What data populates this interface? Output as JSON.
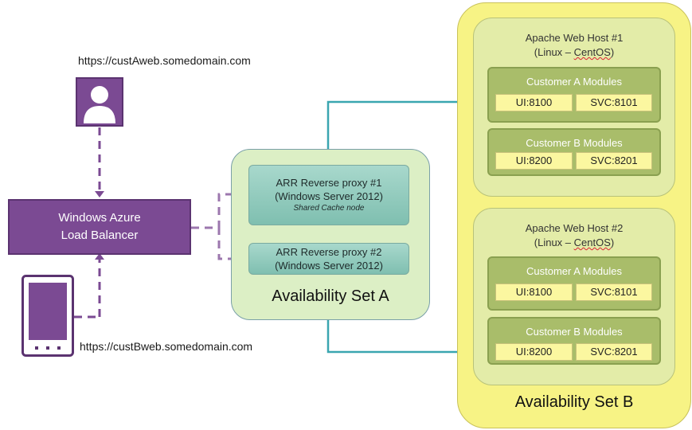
{
  "urls": {
    "a": "https://custAweb.somedomain.com",
    "b": "https://custBweb.somedomain.com"
  },
  "load_balancer": {
    "line1": "Windows Azure",
    "line2": "Load Balancer"
  },
  "set_a": {
    "label": "Availability Set A",
    "proxy1": {
      "line1": "ARR Reverse proxy #1",
      "line2": "(Windows Server 2012)",
      "sub": "Shared Cache node"
    },
    "proxy2": {
      "line1": "ARR Reverse proxy #2",
      "line2": "(Windows Server 2012)"
    }
  },
  "set_b": {
    "label": "Availability Set B",
    "hosts": [
      {
        "title1": "Apache Web Host #1",
        "title2_prefix": "(Linux – ",
        "title2_word": "CentOS",
        "title2_suffix": ")",
        "modules": [
          {
            "title": "Customer A Modules",
            "ui": "UI:8100",
            "svc": "SVC:8101"
          },
          {
            "title": "Customer B Modules",
            "ui": "UI:8200",
            "svc": "SVC:8201"
          }
        ]
      },
      {
        "title1": "Apache Web Host #2",
        "title2_prefix": "(Linux – ",
        "title2_word": "CentOS",
        "title2_suffix": ")",
        "modules": [
          {
            "title": "Customer A Modules",
            "ui": "UI:8100",
            "svc": "SVC:8101"
          },
          {
            "title": "Customer B Modules",
            "ui": "UI:8200",
            "svc": "SVC:8201"
          }
        ]
      }
    ]
  },
  "colors": {
    "purple": "#7b4a93",
    "teal_line": "#3aa6b0",
    "set_a_fill": "#dcefc5",
    "set_b_fill": "#f7f385",
    "module_fill": "#a9bd6a"
  },
  "icons": [
    "user-icon",
    "tablet-icon"
  ]
}
